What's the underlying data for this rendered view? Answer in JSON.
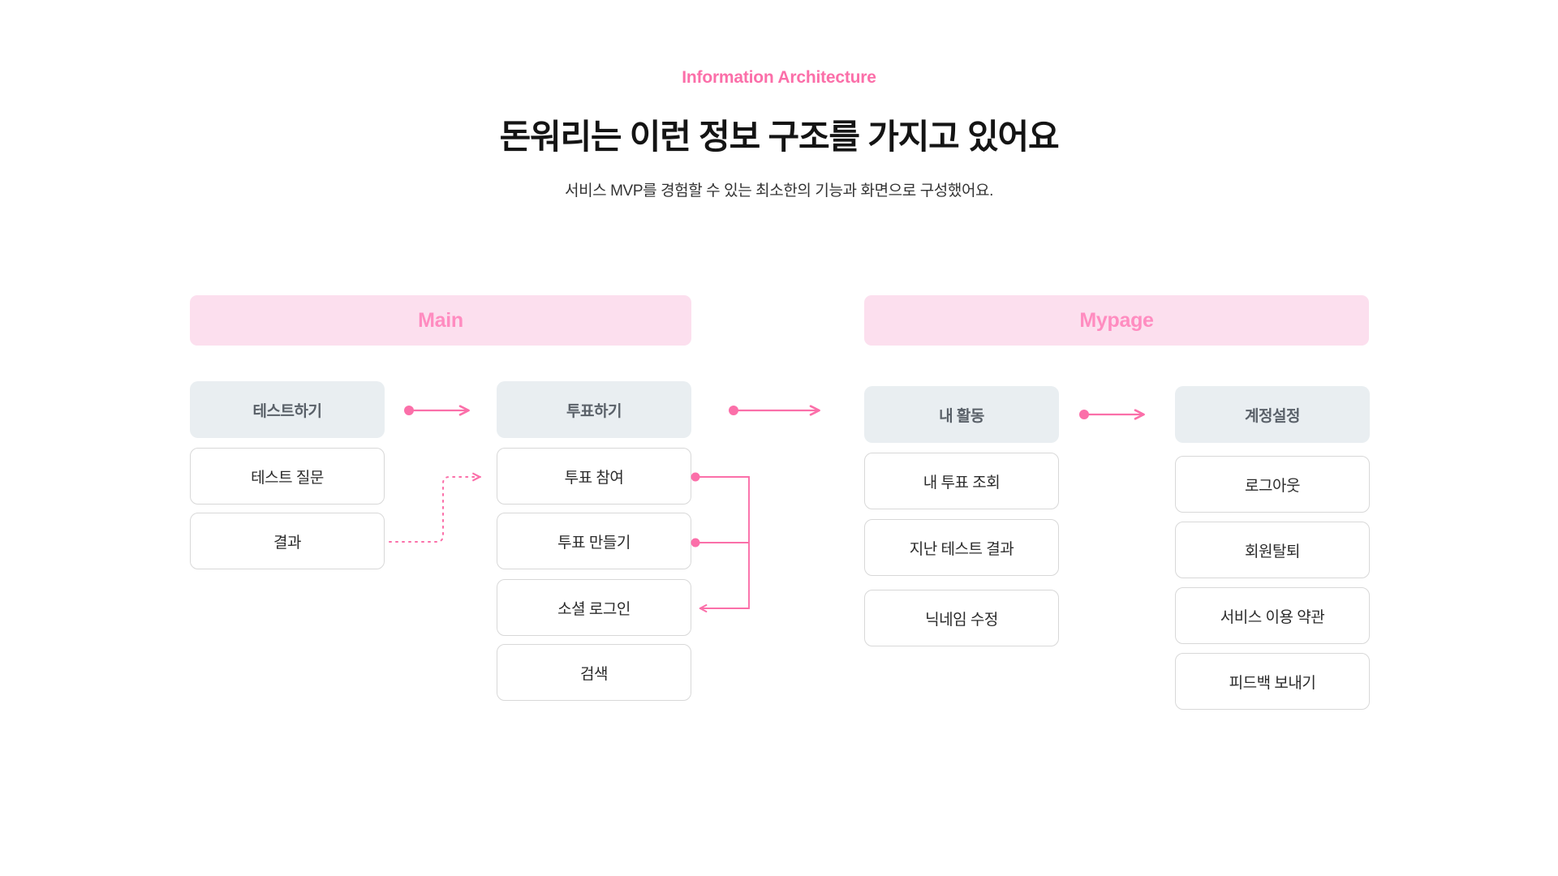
{
  "header": {
    "eyebrow": "Information Architecture",
    "title": "돈워리는 이런 정보 구조를 가지고 있어요",
    "subtitle": "서비스 MVP를 경험할 수 있는 최소한의 기능과 화면으로 구성했어요."
  },
  "colors": {
    "accent_pink": "#FB6FA9",
    "bar_bg": "#FCDFEE",
    "bar_text": "#FF8CC0",
    "head_node_bg": "#E9EEF1",
    "head_node_text": "#5A6169",
    "leaf_border": "#D8D8D8",
    "leaf_text": "#2B2B2B",
    "connector": "#FB6FA9",
    "page_bg": "#FFFFFF"
  },
  "groups": [
    {
      "label": "Main"
    },
    {
      "label": "Mypage"
    }
  ],
  "columns": [
    {
      "group": "Main",
      "head": "테스트하기",
      "leaves": [
        "테스트 질문",
        "결과"
      ]
    },
    {
      "group": "Main",
      "head": "투표하기",
      "leaves": [
        "투표 참여",
        "투표 만들기",
        "소셜 로그인",
        "검색"
      ]
    },
    {
      "group": "Mypage",
      "head": "내 활동",
      "leaves": [
        "내 투표 조회",
        "지난 테스트 결과",
        "닉네임 수정"
      ]
    },
    {
      "group": "Mypage",
      "head": "계정설정",
      "leaves": [
        "로그아웃",
        "회원탈퇴",
        "서비스 이용 약관",
        "피드백 보내기"
      ]
    }
  ],
  "connectors": [
    {
      "name": "arrow-test-to-vote",
      "style": "solid-arrow",
      "from": "테스트하기",
      "to": "투표하기"
    },
    {
      "name": "arrow-vote-to-myactivity",
      "style": "solid-arrow",
      "from": "투표하기",
      "to": "내 활동"
    },
    {
      "name": "arrow-myactivity-to-account",
      "style": "solid-arrow",
      "from": "내 활동",
      "to": "계정설정"
    },
    {
      "name": "dotted-result-to-vote-join",
      "style": "dotted-arrow",
      "from": "결과",
      "to": "투표 참여"
    },
    {
      "name": "bracket-vote-to-social-login",
      "style": "bracket-arrow",
      "from": "투표 참여, 투표 만들기",
      "to": "소셜 로그인"
    }
  ]
}
